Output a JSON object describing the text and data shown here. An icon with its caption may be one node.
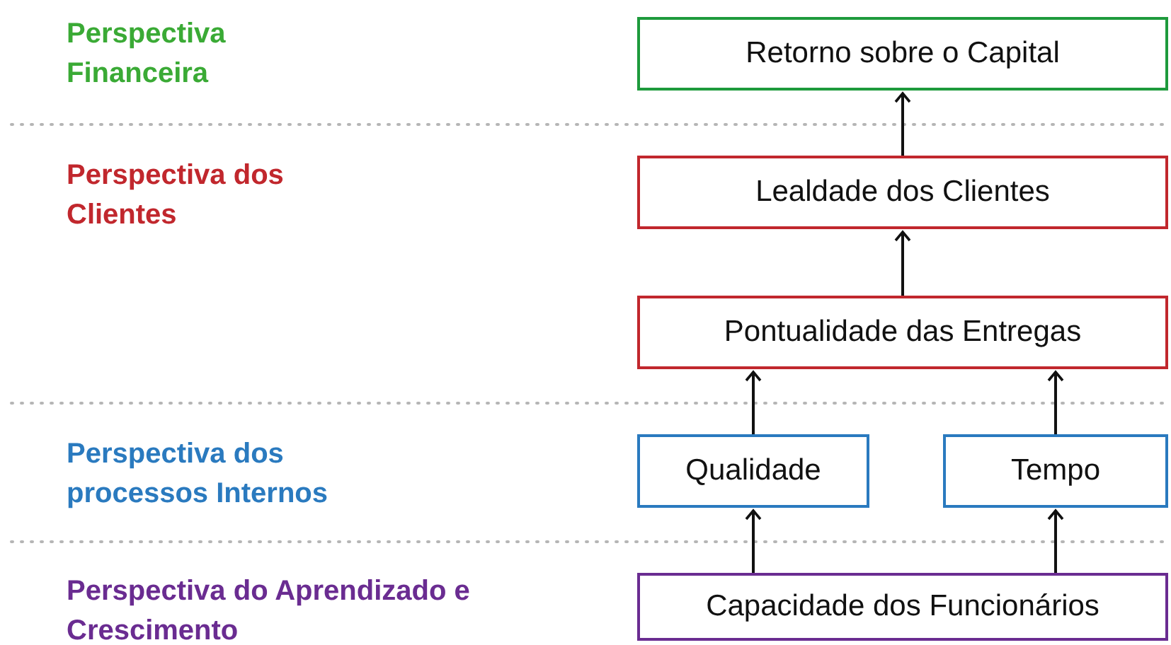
{
  "diagram": {
    "nodes": [
      {
        "text": [
          "Retorno sobre o Capital"
        ]
      },
      {
        "text": [
          "Lealdade dos Clientes"
        ]
      },
      {
        "text": [
          "Pontualidade das Entregas"
        ]
      },
      {
        "text": [
          "Qualidade"
        ]
      },
      {
        "text": [
          "Tempo"
        ]
      },
      {
        "text": [
          "Capacidade dos Funcionários"
        ]
      }
    ],
    "edges": [
      {
        "from": 1,
        "to": 0,
        "arrow": "to"
      },
      {
        "from": 2,
        "to": 1,
        "arrow": "to"
      },
      {
        "from": 3,
        "to": 2,
        "arrow": "to"
      },
      {
        "from": 4,
        "to": 2,
        "arrow": "to"
      },
      {
        "from": 5,
        "to": 3,
        "arrow": "to"
      },
      {
        "from": 5,
        "to": 4,
        "arrow": "to"
      }
    ],
    "labels": [
      "Perspectiva Financeira",
      "Perspectiva dos Clientes",
      "Perspectiva dos processos Internos",
      "Perspectiva do Aprendizado e Crescimento"
    ]
  }
}
